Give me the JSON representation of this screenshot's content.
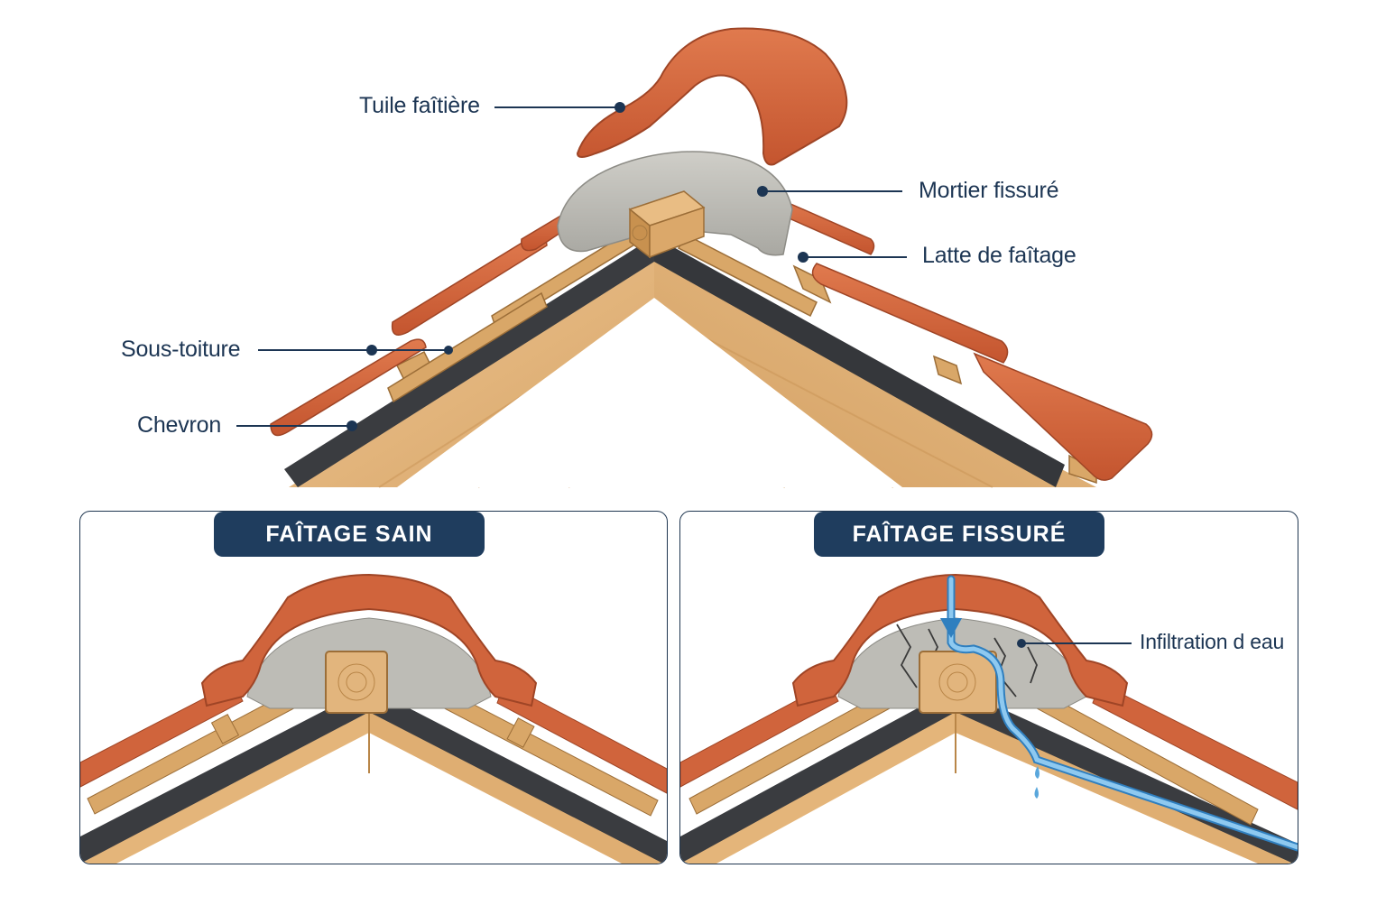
{
  "labels": {
    "ridge_tile": "Tuile faîtière",
    "cracked_mortar": "Mortier fissuré",
    "ridge_batten": "Latte de faîtage",
    "underlay": "Sous-toiture",
    "rafter": "Chevron",
    "water_infiltration": "Infiltration d eau"
  },
  "panels": {
    "healthy": {
      "title": "FAÎTAGE SAIN"
    },
    "cracked": {
      "title": "FAÎTAGE FISSURÉ"
    }
  },
  "colors": {
    "tile": "#d0643c",
    "tile_dark": "#a84a2a",
    "mortar": "#b9b8b2",
    "membrane": "#3a3c40",
    "wood": "#e2b57d",
    "wood_dark": "#b98648",
    "water": "#5aa7dc",
    "label_text": "#1c3553",
    "badge": "#1f3d5e"
  }
}
